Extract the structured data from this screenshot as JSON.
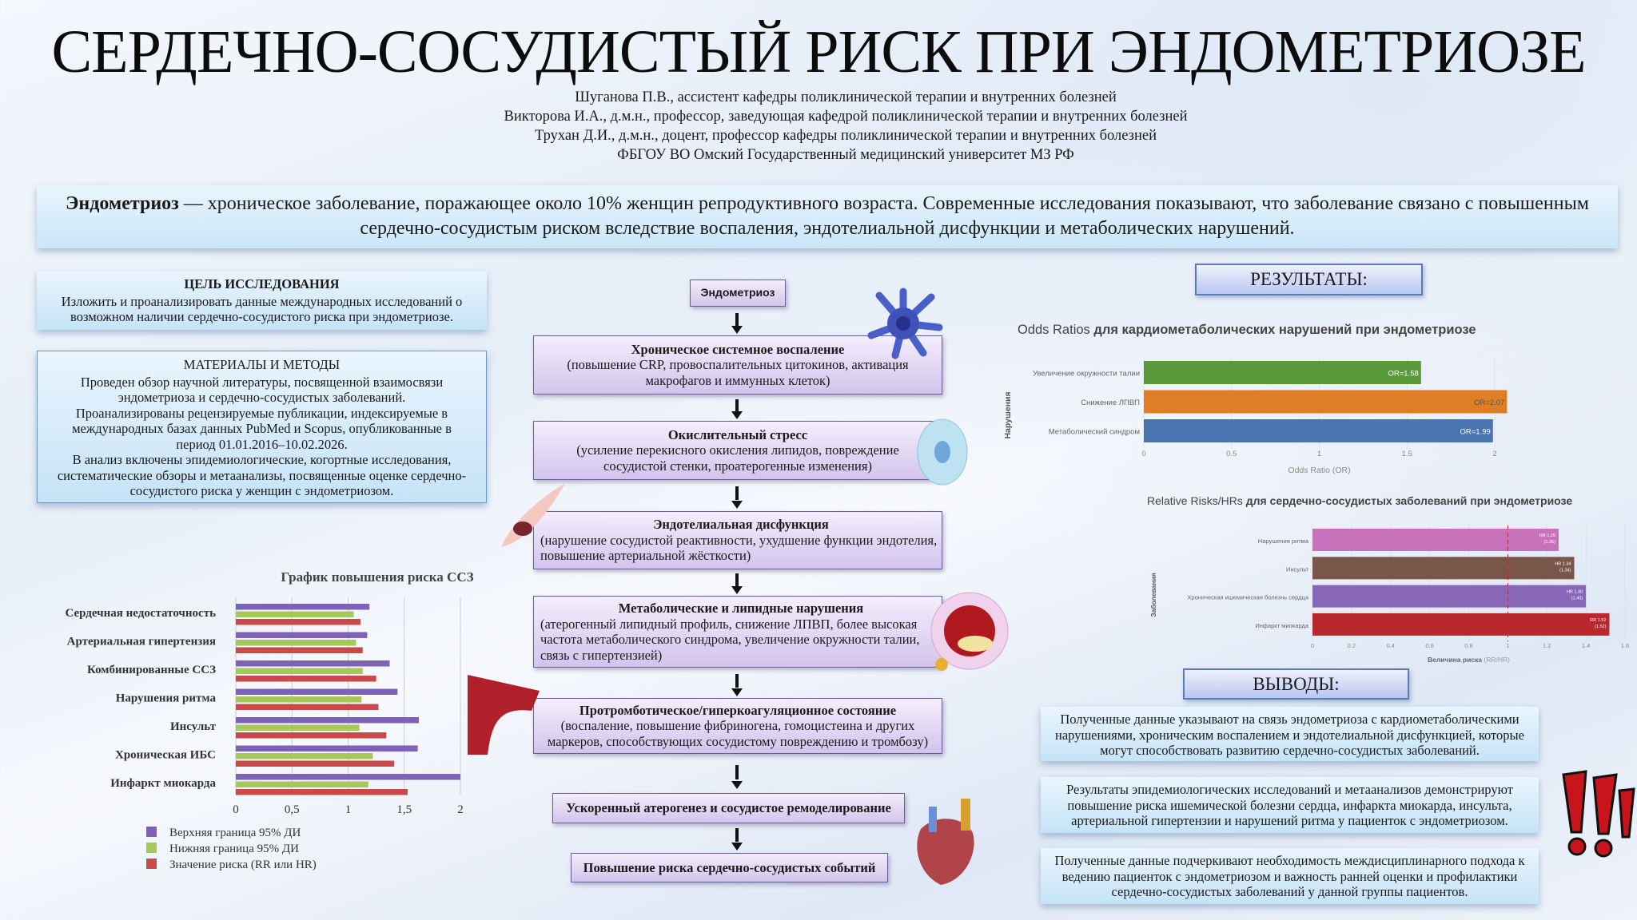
{
  "title": "СЕРДЕЧНО-СОСУДИСТЫЙ РИСК ПРИ ЭНДОМЕТРИОЗЕ",
  "authors": [
    "Шуганова П.В., ассистент кафедры поликлинической терапии и внутренних болезней",
    "Викторова И.А., д.м.н., профессор, заведующая кафедрой поликлинической терапии и внутренних болезней",
    "Трухан Д.И., д.м.н., доцент, профессор кафедры поликлинической терапии и внутренних болезней",
    "ФБГОУ ВО Омский Государственный медицинский университет МЗ РФ"
  ],
  "intro": {
    "term": "Эндометриоз",
    "text": " — хроническое заболевание, поражающее около 10% женщин репродуктивного возраста.  Современные исследования показывают, что заболевание связано с повышенным сердечно-сосудистым риском вследствие воспаления, эндотелиальной дисфункции и метаболических нарушений."
  },
  "goal": {
    "heading": "ЦЕЛЬ ИССЛЕДОВАНИЯ",
    "text": "Изложить и проанализировать данные международных исследований о возможном наличии сердечно-сосудистого риска при эндометриозе."
  },
  "methods": {
    "heading": "МАТЕРИАЛЫ И МЕТОДЫ",
    "paragraphs": [
      "Проведен обзор научной литературы, посвященной взаимосвязи эндометриоза и сердечно-сосудистых заболеваний.",
      "Проанализированы рецензируемые публикации, индексируемые в международных базах данных PubMed и Scopus, опубликованные в период 01.01.2016–10.02.2026.",
      "В анализ включены эпидемиологические, когортные исследования, систематические обзоры и метаанализы, посвященные оценке сердечно-сосудистого риска у женщин с эндометриозом."
    ]
  },
  "flow": {
    "start": "Эндометриоз",
    "steps": [
      {
        "title": "Хроническое системное воспаление",
        "desc": "(повышение CRP, провоспалительных цитокинов, активация макрофагов и иммунных клеток)"
      },
      {
        "title": "Окислительный стресс",
        "desc": "(усиление перекисного окисления липидов, повреждение сосудистой стенки, проатерогенные изменения)"
      },
      {
        "title": "Эндотелиальная дисфункция",
        "desc": "(нарушение сосудистой реактивности, ухудшение функции эндотелия, повышение артериальной жёсткости)"
      },
      {
        "title": "Метаболические и липидные нарушения",
        "desc": "(атерогенный липидный профиль, снижение ЛПВП, более высокая частота метаболического синдрома, увеличение окружности талии, связь с гипертензией)"
      },
      {
        "title": "Протромботическое/гиперкоагуляционное  состояние",
        "desc": "(воспаление, повышение фибриногена, гомоцистеина и других маркеров, способствующих сосудистому повреждению и тромбозу)"
      },
      {
        "title": "Ускоренный атерогенез и сосудистое ремоделирование",
        "desc": ""
      },
      {
        "title": "Повышение риска сердечно-сосудистых событий",
        "desc": ""
      }
    ]
  },
  "results_heading": "РЕЗУЛЬТАТЫ:",
  "conclusions_heading": "ВЫВОДЫ:",
  "conclusions": [
    "Полученные данные указывают на связь эндометриоза с кардиометаболическими нарушениями, хроническим воспалением и эндотелиальной дисфункцией, которые могут способствовать развитию  сердечно-сосудистых   заболеваний.",
    "Результаты эпидемиологических исследований и метаанализов демонстрируют повышение риска ишемической болезни сердца, инфаркта миокарда, инсульта, артериальной гипертензии и нарушений ритма у пациенток с эндометриозом.",
    "Полученные данные подчеркивают необходимость междисциплинарного подхода к ведению пациенток с эндометриозом и важность ранней оценки и профилактики сердечно-сосудистых заболеваний у данной группы пациентов."
  ],
  "chart_data": [
    {
      "type": "bar",
      "orientation": "horizontal",
      "title": "График повышения риска ССЗ",
      "categories": [
        "Сердечная недостаточность",
        "Артериальная гипертензия",
        "Комбинированные ССЗ",
        "Нарушения ритма",
        "Инсульт",
        "Хроническая ИБС",
        "Инфаркт миокарда"
      ],
      "series": [
        {
          "name": "Верхняя граница 95% ДИ",
          "color": "#7e62b8",
          "values": [
            1.19,
            1.17,
            1.37,
            1.44,
            1.63,
            1.62,
            2.0
          ]
        },
        {
          "name": "Нижняя граница 95% ДИ",
          "color": "#a6c85a",
          "values": [
            1.05,
            1.07,
            1.13,
            1.12,
            1.1,
            1.22,
            1.18
          ]
        },
        {
          "name": "Значение риска (RR или HR)",
          "color": "#c94a48",
          "values": [
            1.11,
            1.13,
            1.25,
            1.27,
            1.34,
            1.41,
            1.53
          ]
        }
      ],
      "xticks": [
        "0",
        "0,5",
        "1",
        "1,5",
        "2"
      ],
      "xlim": [
        0,
        2
      ],
      "grid": true,
      "legend": "bottom"
    },
    {
      "type": "bar",
      "orientation": "horizontal",
      "title_light": "Odds Ratios ",
      "title_bold": "для кардиометаболических нарушений при эндометриозе",
      "categories": [
        "Увеличение окружности талии",
        "Снижение ЛПВП",
        "Метаболический синдром"
      ],
      "values": [
        1.58,
        2.07,
        1.99
      ],
      "labels": [
        "OR=1.58",
        "OR=2.07",
        "OR=1.99"
      ],
      "colors": [
        "#5a9a3a",
        "#e07e26",
        "#4a74b0"
      ],
      "xlabel": "Odds Ratio (OR)",
      "ylabel": "Нарушения",
      "xticks": [
        "0",
        "0.5",
        "1",
        "1.5",
        "2"
      ],
      "xlim": [
        0,
        2.1
      ],
      "grid": true
    },
    {
      "type": "bar",
      "orientation": "horizontal",
      "title_light": "Relative Risks/HRs ",
      "title_bold": "для сердечно-сосудистых заболеваний при эндометриозе",
      "categories": [
        "Нарушения ритма",
        "Инсульт",
        "Хроническая ишемическая болезнь сердца",
        "Инфаркт миокарда"
      ],
      "values": [
        1.26,
        1.34,
        1.4,
        1.52
      ],
      "labels": [
        [
          "HR 1.26",
          "(1.26)"
        ],
        [
          "HR 1.34",
          "(1.34)"
        ],
        [
          "HR 1.40",
          "(1.40)"
        ],
        [
          "RR 1.52",
          "(1.52)"
        ]
      ],
      "colors": [
        "#c872bc",
        "#7a564a",
        "#8866b8",
        "#b8282c"
      ],
      "xlabel_bold": "Величина риска ",
      "xlabel_light": "(RR/HR)",
      "ylabel": "Заболевания",
      "xticks": [
        "0",
        "0.2",
        "0.4",
        "0.6",
        "0.8",
        "1",
        "1.2",
        "1.4",
        "1.6"
      ],
      "xlim": [
        0,
        1.6
      ],
      "reference_line": 1,
      "grid": true
    }
  ]
}
